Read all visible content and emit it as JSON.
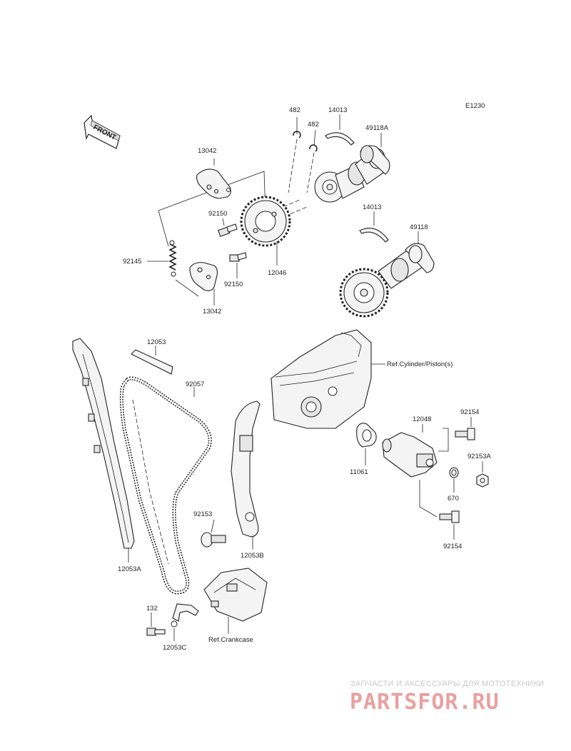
{
  "diagram_code": "E1230",
  "front_label": "FRONT",
  "parts": {
    "p482_a": "482",
    "p482_b": "482",
    "p14013_a": "14013",
    "p49118A": "49118A",
    "p13042_top": "13042",
    "p92150_a": "92150",
    "p92150_b": "92150",
    "p92145": "92145",
    "p12046": "12046",
    "p13042_bot": "13042",
    "p14013_b": "14013",
    "p49118": "49118",
    "p12053": "12053",
    "p92057": "92057",
    "ref_cylinder": "Ref.Cylinder/Piston(s)",
    "p12048": "12048",
    "p92154_a": "92154",
    "p92153A": "92153A",
    "p11061": "11061",
    "p670": "670",
    "p92154_b": "92154",
    "p92153": "92153",
    "p12053B": "12053B",
    "p12053A": "12053A",
    "p132": "132",
    "p12053C": "12053C",
    "ref_crankcase": "Ref.Crankcase"
  },
  "watermark": {
    "line1": "ЗАПЧАСТИ И АКСЕССУАРЫ ДЛЯ МОТОТЕХНИКИ",
    "line2": "PARTSFOR.RU"
  }
}
